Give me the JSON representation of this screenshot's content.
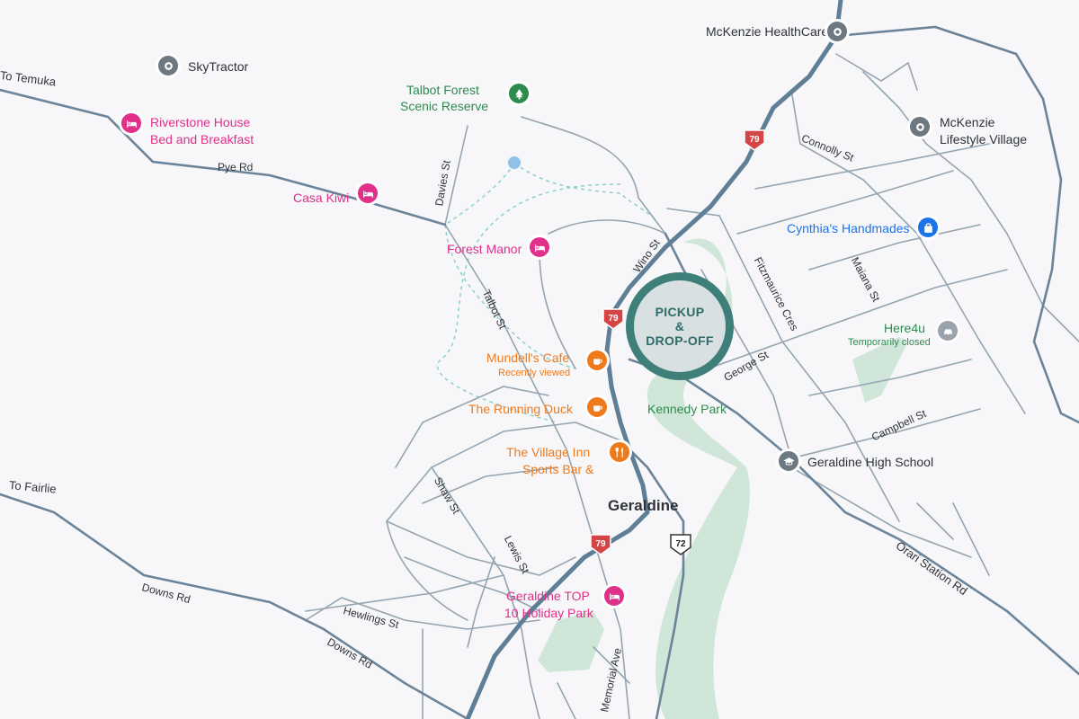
{
  "map": {
    "colors": {
      "road_major": "#5f7f96",
      "road_minor": "#8a9aa8",
      "park": "#cfe6d8",
      "trail": "#8ccfcb",
      "lodging": "#e0308a",
      "food": "#ef7a1c",
      "park_label": "#2e8b4e",
      "shopping": "#1a73e8",
      "generic": "#6e7880",
      "callout_ring": "#3f7f7a"
    },
    "town": {
      "name": "Geraldine"
    },
    "callout": {
      "line1": "PICKUP",
      "line2": "&",
      "line3": "DROP-OFF"
    },
    "route_shields": [
      {
        "number": "79"
      },
      {
        "number": "79"
      },
      {
        "number": "79"
      },
      {
        "number": "72"
      }
    ],
    "roads": {
      "to_temuka": "To Temuka",
      "pye_rd": "Pye Rd",
      "davies_st": "Davies St",
      "talbot_st": "Talbot St",
      "wino_st": "Wino St",
      "connolly_st": "Connolly St",
      "fitzmaurice_cres": "Fitzmaurice Cres",
      "maiana_st": "Maiana St",
      "george_st": "George St",
      "campbell_st": "Campbell St",
      "shaw_st": "Shaw St",
      "lewis_st": "Lewis St",
      "to_fairlie": "To Fairlie",
      "downs_rd_1": "Downs Rd",
      "downs_rd_2": "Downs Rd",
      "hewlings_st": "Hewlings St",
      "memorial_ave": "Memorial Ave",
      "orari_station_rd": "Orari Station Rd"
    },
    "pois": {
      "skytractor": {
        "name": "SkyTractor",
        "icon": "circle-dot-icon"
      },
      "mckenzie_healthcare": {
        "name": "McKenzie HealthCare",
        "icon": "circle-dot-icon"
      },
      "talbot_forest_1": {
        "name": "Talbot Forest",
        "icon": "tree-icon"
      },
      "talbot_forest_2": {
        "name": "Scenic Reserve"
      },
      "riverstone_1": {
        "name": "Riverstone House",
        "icon": "bed-icon"
      },
      "riverstone_2": {
        "name": "Bed and Breakfast"
      },
      "casa_kiwi": {
        "name": "Casa Kiwi",
        "icon": "bed-icon"
      },
      "forest_manor": {
        "name": "Forest Manor",
        "icon": "bed-icon"
      },
      "mckenzie_lifestyle_1": {
        "name": "McKenzie",
        "icon": "circle-dot-icon"
      },
      "mckenzie_lifestyle_2": {
        "name": "Lifestyle Village"
      },
      "cynthias": {
        "name": "Cynthia's Handmades",
        "icon": "shopping-bag-icon"
      },
      "here4u": {
        "name": "Here4u",
        "sub": "Temporarily closed",
        "icon": "car-icon"
      },
      "mundells": {
        "name": "Mundell's Cafe",
        "sub": "Recently viewed",
        "icon": "coffee-icon"
      },
      "running_duck": {
        "name": "The Running Duck",
        "icon": "coffee-icon"
      },
      "village_inn_1": {
        "name": "The Village Inn",
        "icon": "fork-knife-icon"
      },
      "village_inn_2": {
        "name": "Sports Bar &"
      },
      "kennedy_park": {
        "name": "Kennedy Park"
      },
      "geraldine_high": {
        "name": "Geraldine High School",
        "icon": "school-icon"
      },
      "holiday_park_1": {
        "name": "Geraldine TOP",
        "icon": "bed-icon"
      },
      "holiday_park_2": {
        "name": "10 Holiday Park"
      }
    }
  }
}
